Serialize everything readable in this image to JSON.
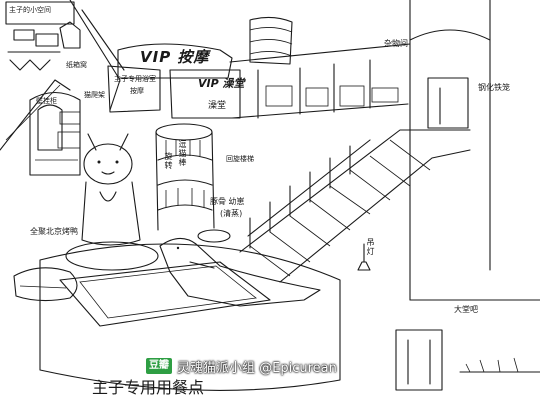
{
  "labels": {
    "top_left_room": "主子的小空间",
    "box_bed": "纸箱窝",
    "wall_shelf": "猫爬架",
    "wall_cabinet": "壁挂柜",
    "vip_sign": "VIP 按摩",
    "vip_sign_left": "主子专用浴室",
    "vip_sign_left_2": "按摩",
    "vip_bath": "VIP 澡堂",
    "vip_bath_2": "澡堂",
    "spiral_stairs": "回旋楼梯",
    "spiral_stairs_side": "旋转",
    "toy_box": "逗猫棒",
    "food_bowl": "豚骨 幼崽",
    "food_bowl_sub": "(清蒸)",
    "beijing_duck": "全聚北京烤鸭",
    "lamp": "吊灯",
    "right_top": "杂物间",
    "steel_cage": "钢化铁笼",
    "bar": "大堂吧",
    "bottom_caption": "主子专用用餐点"
  },
  "watermark": {
    "badge": "豆瓣",
    "text": "灵魂猫派小组 @Epicurean"
  }
}
